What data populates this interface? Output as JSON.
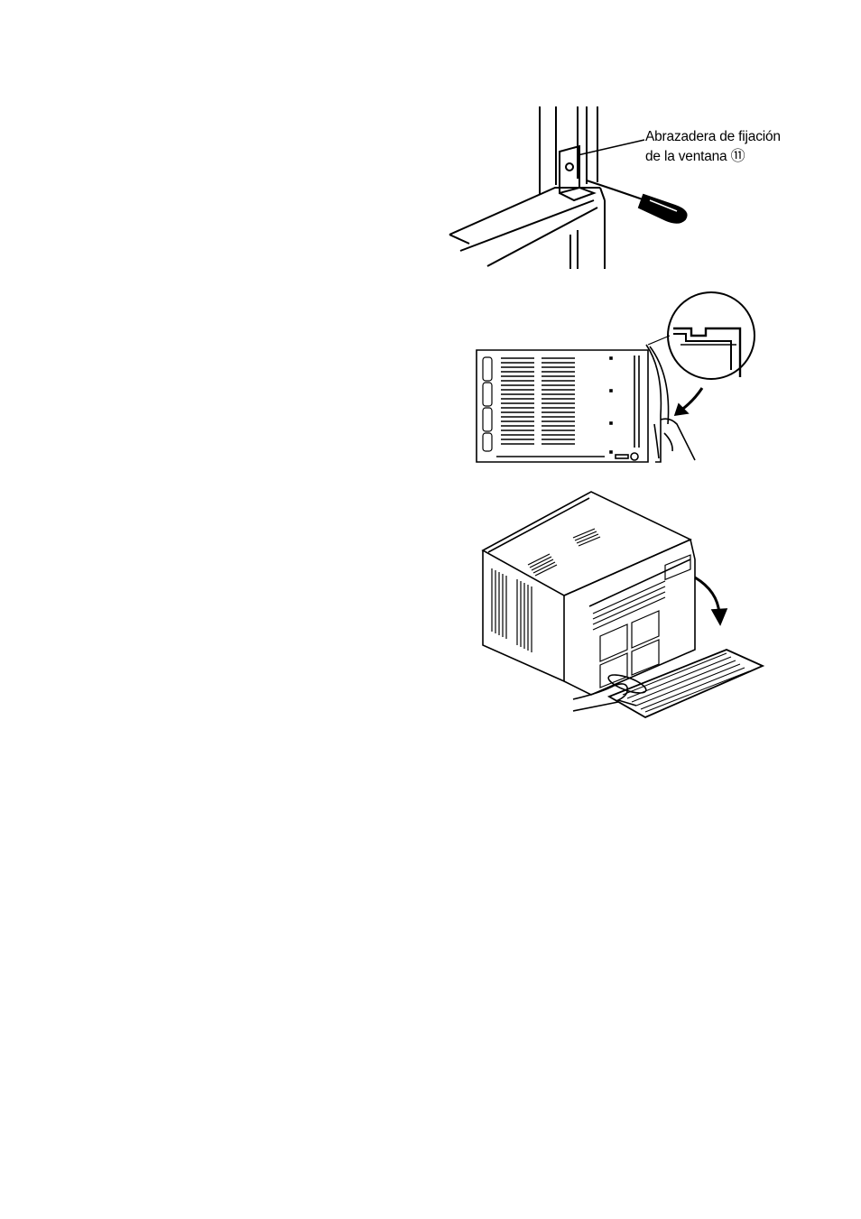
{
  "figure1": {
    "label_line1": "Abrazadera de fijación",
    "label_line2": "de la ventana",
    "callout_number": "⑪"
  }
}
